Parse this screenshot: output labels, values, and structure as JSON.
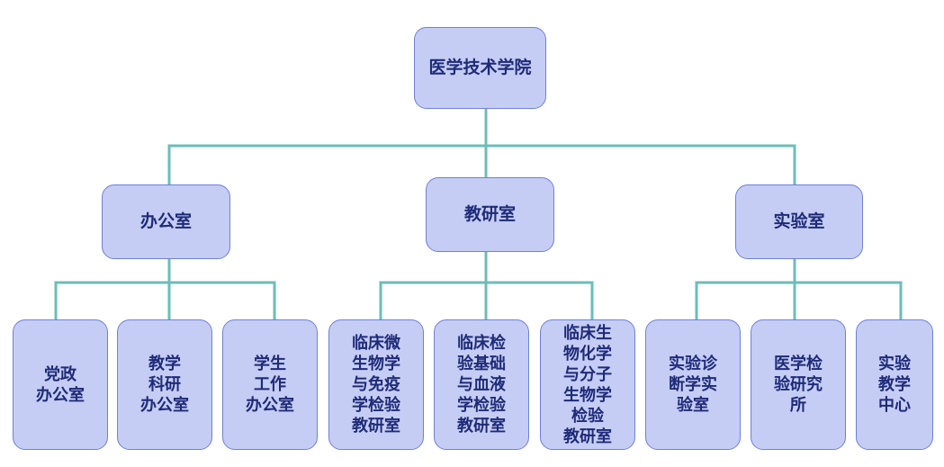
{
  "diagram": {
    "root": {
      "label": "医学技术学院"
    },
    "departments": [
      {
        "label": "办公室",
        "units": [
          {
            "label": "党政\n办公室"
          },
          {
            "label": "教学\n科研\n办公室"
          },
          {
            "label": "学生\n工作\n办公室"
          }
        ]
      },
      {
        "label": "教研室",
        "units": [
          {
            "label": "临床微\n生物学\n与免疫\n学检验\n教研室"
          },
          {
            "label": "临床检\n验基础\n与血液\n学检验\n教研室"
          },
          {
            "label": "临床生\n物化学\n与分子\n生物学\n检验\n教研室"
          }
        ]
      },
      {
        "label": "实验室",
        "units": [
          {
            "label": "实验诊\n断学实\n验室"
          },
          {
            "label": "医学检\n验研究\n所"
          },
          {
            "label": "实验\n教学\n中心"
          }
        ]
      }
    ],
    "colors": {
      "box_fill": "#c5cdf5",
      "box_border": "#6f81d6",
      "text": "#1f2b78",
      "connector": "#6cbdb7"
    }
  }
}
